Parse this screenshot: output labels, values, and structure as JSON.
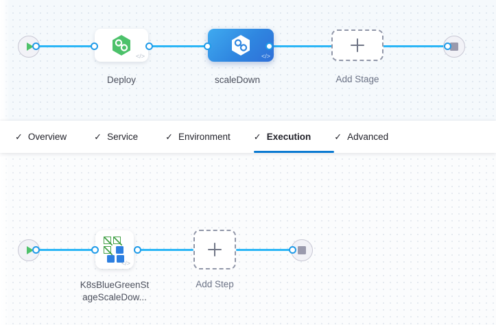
{
  "tabs": [
    {
      "label": "Overview",
      "check": "✓",
      "active": false
    },
    {
      "label": "Service",
      "check": "✓",
      "active": false
    },
    {
      "label": "Environment",
      "check": "✓",
      "active": false
    },
    {
      "label": "Execution",
      "check": "✓",
      "active": true
    },
    {
      "label": "Advanced",
      "check": "✓",
      "active": false
    }
  ],
  "stage_graph": {
    "start_icon": "play-icon",
    "end_icon": "stop-icon",
    "stages": [
      {
        "name": "Deploy",
        "icon": "harness-hexagon-green-icon",
        "code_icon": "</>",
        "selected": false
      },
      {
        "name": "scaleDown",
        "icon": "harness-hexagon-white-icon",
        "code_icon": "</>",
        "selected": true
      }
    ],
    "add_stage_label": "Add Stage",
    "add_stage_icon": "plus-icon"
  },
  "step_graph": {
    "start_icon": "play-icon",
    "end_icon": "stop-icon",
    "steps": [
      {
        "name_line1": "K8sBlueGreenSt",
        "name_line2": "ageScaleDow...",
        "icon": "kubernetes-scale-icon",
        "code_icon": "</>"
      }
    ],
    "add_step_label": "Add Step",
    "add_step_icon": "plus-icon"
  },
  "colors": {
    "accent_blue": "#0b7ad1",
    "wire_blue": "#29b5f6",
    "selected_stage_blue": "#2f86e0",
    "stage_green": "#4ec16a",
    "k8s_green": "#43a047",
    "k8s_blue": "#2d7fe0",
    "canvas_top": "#f5f9fc",
    "canvas_bottom": "#fbfcfd"
  }
}
